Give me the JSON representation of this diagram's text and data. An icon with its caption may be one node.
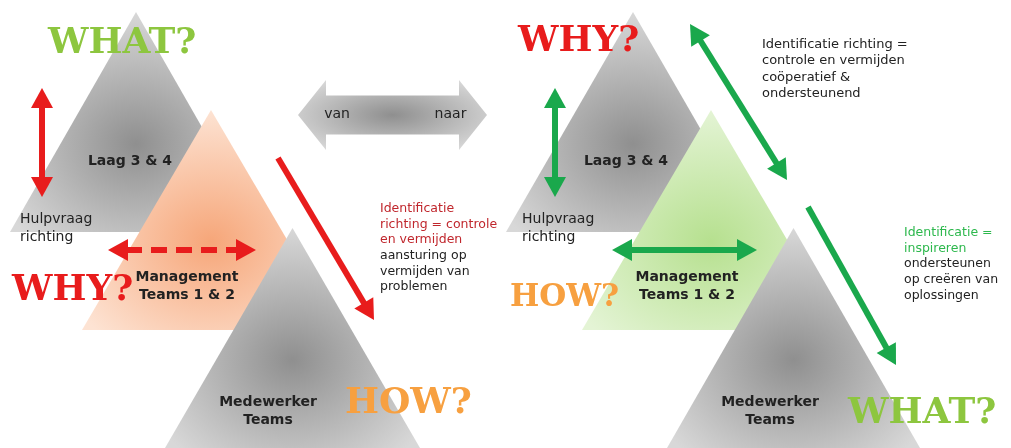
{
  "diagram": {
    "nodes": [
      {
        "text": [
          "Laag 3 & 4"
        ]
      },
      {
        "text": [
          "Management Teams 1 & 2"
        ]
      },
      {
        "text": [
          "Medewerker Teams"
        ]
      },
      {
        "text": [
          "van",
          "naar"
        ]
      },
      {
        "text": [
          "Laag 3 & 4"
        ]
      },
      {
        "text": [
          "Management Teams 1 & 2"
        ]
      },
      {
        "text": [
          "Medewerker Teams"
        ]
      }
    ],
    "labels": [
      "WHAT?",
      "Hulpvraag richting",
      "WHY?",
      "Identificatie richting = controle en vermijden",
      "aansturing op vermijden van problemen",
      "HOW?",
      "WHY?",
      "Identificatie richting = controle en vermijden",
      "coöperatief & ondersteunend",
      "Hulpvraag richting",
      "Identificatie = inspireren",
      "ondersteunen op creëren van oplossingen",
      "HOW?",
      "WHAT?"
    ]
  }
}
